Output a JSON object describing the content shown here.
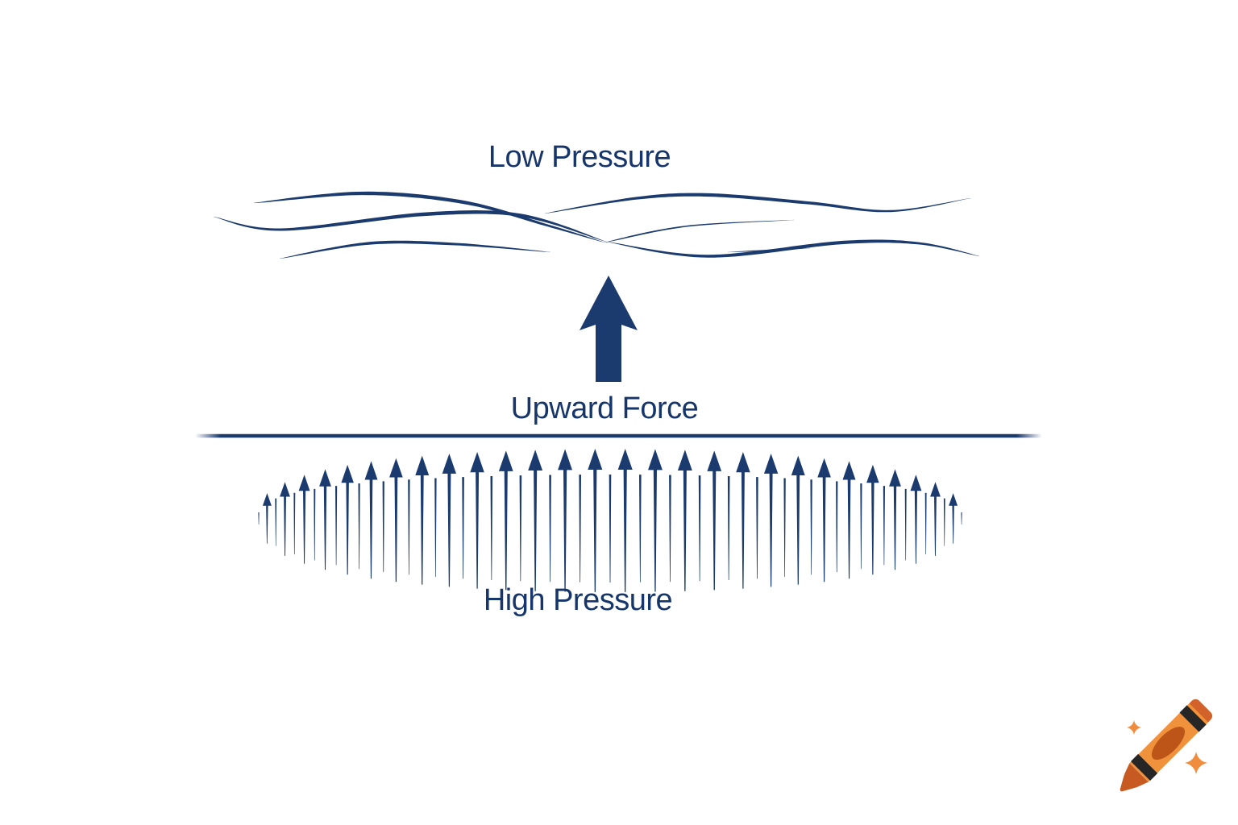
{
  "labels": {
    "low_pressure": "Low Pressure",
    "upward_force": "Upward Force",
    "high_pressure": "High Pressure"
  },
  "colors": {
    "background": "#ffffff",
    "ink": "#1b3a6e",
    "text": "#16356b",
    "crayon_body": "#f0913c",
    "crayon_tip": "#c75a20",
    "crayon_cap": "#d2622a",
    "crayon_label": "#bc5517",
    "crayon_stripe": "#262626",
    "sparkle": "#ef8c3d"
  },
  "diagram": {
    "flow_line_count": 7,
    "pressure_arrow_count": 28,
    "pressure_tick_count": 29,
    "big_arrow_icon": "up-arrow-icon",
    "logo_icon": "crayon-logo"
  }
}
